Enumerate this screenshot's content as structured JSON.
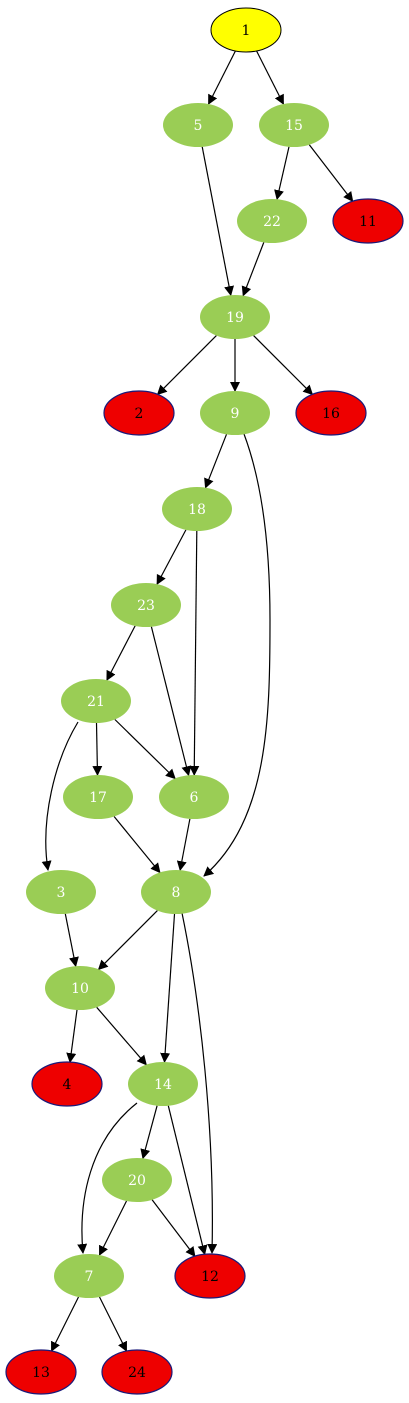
{
  "graph": {
    "colors": {
      "root_fill": "#ffff00",
      "internal_fill": "#9acd55",
      "leaf_fill": "#ee0000",
      "leaf_stroke": "#1a1a7a",
      "root_stroke": "#000000",
      "internal_label": "#ffffff",
      "dark_label": "#000000",
      "edge": "#000000"
    },
    "nodes": [
      {
        "id": "1",
        "label": "1",
        "kind": "root"
      },
      {
        "id": "5",
        "label": "5",
        "kind": "internal"
      },
      {
        "id": "15",
        "label": "15",
        "kind": "internal"
      },
      {
        "id": "22",
        "label": "22",
        "kind": "internal"
      },
      {
        "id": "11",
        "label": "11",
        "kind": "leaf"
      },
      {
        "id": "19",
        "label": "19",
        "kind": "internal"
      },
      {
        "id": "2",
        "label": "2",
        "kind": "leaf"
      },
      {
        "id": "9",
        "label": "9",
        "kind": "internal"
      },
      {
        "id": "16",
        "label": "16",
        "kind": "leaf"
      },
      {
        "id": "18",
        "label": "18",
        "kind": "internal"
      },
      {
        "id": "23",
        "label": "23",
        "kind": "internal"
      },
      {
        "id": "21",
        "label": "21",
        "kind": "internal"
      },
      {
        "id": "17",
        "label": "17",
        "kind": "internal"
      },
      {
        "id": "6",
        "label": "6",
        "kind": "internal"
      },
      {
        "id": "3",
        "label": "3",
        "kind": "internal"
      },
      {
        "id": "8",
        "label": "8",
        "kind": "internal"
      },
      {
        "id": "10",
        "label": "10",
        "kind": "internal"
      },
      {
        "id": "4",
        "label": "4",
        "kind": "leaf"
      },
      {
        "id": "14",
        "label": "14",
        "kind": "internal"
      },
      {
        "id": "20",
        "label": "20",
        "kind": "internal"
      },
      {
        "id": "7",
        "label": "7",
        "kind": "internal"
      },
      {
        "id": "12",
        "label": "12",
        "kind": "leaf"
      },
      {
        "id": "13",
        "label": "13",
        "kind": "leaf"
      },
      {
        "id": "24",
        "label": "24",
        "kind": "leaf"
      }
    ],
    "edges": [
      {
        "from": "1",
        "to": "5"
      },
      {
        "from": "1",
        "to": "15"
      },
      {
        "from": "5",
        "to": "19"
      },
      {
        "from": "15",
        "to": "22"
      },
      {
        "from": "15",
        "to": "11"
      },
      {
        "from": "22",
        "to": "19"
      },
      {
        "from": "19",
        "to": "2"
      },
      {
        "from": "19",
        "to": "9"
      },
      {
        "from": "19",
        "to": "16"
      },
      {
        "from": "9",
        "to": "18"
      },
      {
        "from": "9",
        "to": "8"
      },
      {
        "from": "18",
        "to": "23"
      },
      {
        "from": "18",
        "to": "6"
      },
      {
        "from": "23",
        "to": "21"
      },
      {
        "from": "23",
        "to": "6"
      },
      {
        "from": "21",
        "to": "17"
      },
      {
        "from": "21",
        "to": "6"
      },
      {
        "from": "21",
        "to": "3"
      },
      {
        "from": "17",
        "to": "8"
      },
      {
        "from": "6",
        "to": "8"
      },
      {
        "from": "3",
        "to": "10"
      },
      {
        "from": "8",
        "to": "10"
      },
      {
        "from": "8",
        "to": "14"
      },
      {
        "from": "8",
        "to": "12"
      },
      {
        "from": "10",
        "to": "4"
      },
      {
        "from": "10",
        "to": "14"
      },
      {
        "from": "14",
        "to": "7"
      },
      {
        "from": "14",
        "to": "20"
      },
      {
        "from": "14",
        "to": "12"
      },
      {
        "from": "20",
        "to": "7"
      },
      {
        "from": "20",
        "to": "12"
      },
      {
        "from": "7",
        "to": "13"
      },
      {
        "from": "7",
        "to": "24"
      }
    ]
  }
}
